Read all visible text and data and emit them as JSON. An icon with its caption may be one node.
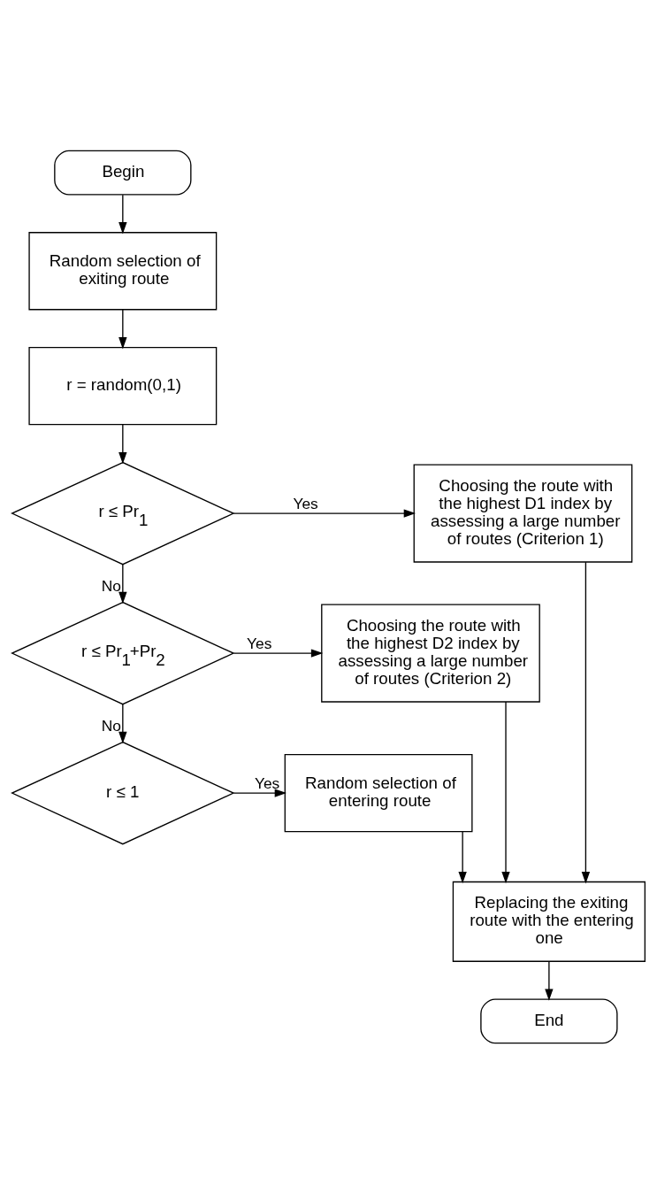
{
  "diagram": {
    "nodes": [
      {
        "text": [
          "Begin"
        ]
      },
      {
        "text": [
          "Random selection of exiting route"
        ]
      },
      {
        "text": [
          "r = random(0,1)"
        ]
      },
      {
        "text": [
          "r ≤ Pr$_{1}$"
        ]
      },
      {
        "text": [
          "Choosing the route with the highest D1 index by assessing a large number of routes (Criterion 1)"
        ]
      },
      {
        "text": [
          "r ≤ Pr$_{1}$+Pr$_{2}$"
        ]
      },
      {
        "text": [
          "Choosing the route with the highest D2 index by assessing a large number of routes (Criterion 2)"
        ]
      },
      {
        "text": [
          "r ≤ 1"
        ]
      },
      {
        "text": [
          "Random selection of entering route"
        ]
      },
      {
        "text": [
          "Replacing the exiting route with the entering one"
        ]
      },
      {
        "text": [
          "End"
        ]
      }
    ],
    "edges": [
      {
        "from": 0,
        "to": 1,
        "arrow": "to"
      },
      {
        "from": 1,
        "to": 2,
        "arrow": "to"
      },
      {
        "from": 2,
        "to": 3,
        "arrow": "to"
      },
      {
        "from": 3,
        "to": 4,
        "arrow": "to",
        "label": "Yes"
      },
      {
        "from": 3,
        "to": 5,
        "arrow": "to",
        "label": "No"
      },
      {
        "from": 5,
        "to": 6,
        "arrow": "to",
        "label": "Yes"
      },
      {
        "from": 5,
        "to": 7,
        "arrow": "to",
        "label": "No"
      },
      {
        "from": 7,
        "to": 8,
        "arrow": "to",
        "label": "Yes"
      },
      {
        "from": 4,
        "to": 9,
        "arrow": "to"
      },
      {
        "from": 6,
        "to": 9,
        "arrow": "to"
      },
      {
        "from": 8,
        "to": 9,
        "arrow": "to"
      },
      {
        "from": 9,
        "to": 10,
        "arrow": "to"
      }
    ]
  }
}
